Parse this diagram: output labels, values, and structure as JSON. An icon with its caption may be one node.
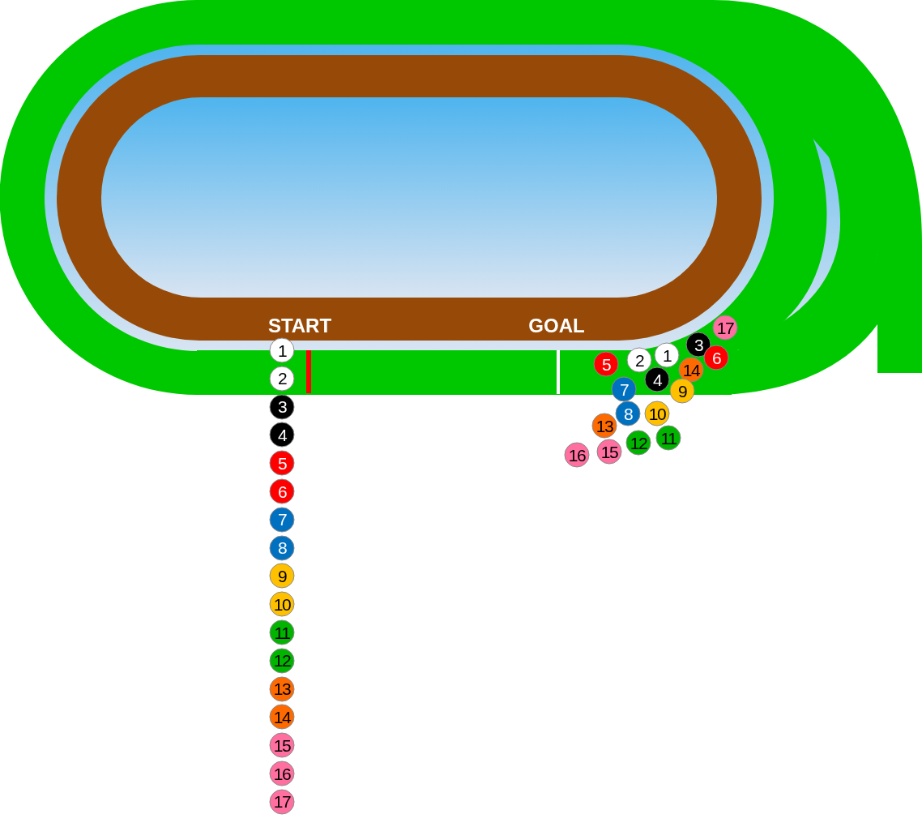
{
  "diagram": {
    "nodes": [
      {
        "text": [
          "1"
        ]
      },
      {
        "text": [
          "2"
        ]
      },
      {
        "text": [
          "3"
        ]
      },
      {
        "text": [
          "4"
        ]
      },
      {
        "text": [
          "5"
        ]
      },
      {
        "text": [
          "6"
        ]
      },
      {
        "text": [
          "7"
        ]
      },
      {
        "text": [
          "8"
        ]
      },
      {
        "text": [
          "9"
        ]
      },
      {
        "text": [
          "10"
        ]
      },
      {
        "text": [
          "11"
        ]
      },
      {
        "text": [
          "12"
        ]
      },
      {
        "text": [
          "13"
        ]
      },
      {
        "text": [
          "14"
        ]
      },
      {
        "text": [
          "15"
        ]
      },
      {
        "text": [
          "16"
        ]
      },
      {
        "text": [
          "17"
        ]
      },
      {
        "text": [
          "17"
        ]
      },
      {
        "text": [
          "3"
        ]
      },
      {
        "text": [
          "1"
        ]
      },
      {
        "text": [
          "6"
        ]
      },
      {
        "text": [
          "2"
        ]
      },
      {
        "text": [
          "5"
        ]
      },
      {
        "text": [
          "14"
        ]
      },
      {
        "text": [
          "4"
        ]
      },
      {
        "text": [
          "7"
        ]
      },
      {
        "text": [
          "9"
        ]
      },
      {
        "text": [
          "8"
        ]
      },
      {
        "text": [
          "10"
        ]
      },
      {
        "text": [
          "13"
        ]
      },
      {
        "text": [
          "11"
        ]
      },
      {
        "text": [
          "12"
        ]
      },
      {
        "text": [
          "15"
        ]
      },
      {
        "text": [
          "16"
        ]
      }
    ],
    "labels": [
      "START",
      "GOAL"
    ]
  }
}
